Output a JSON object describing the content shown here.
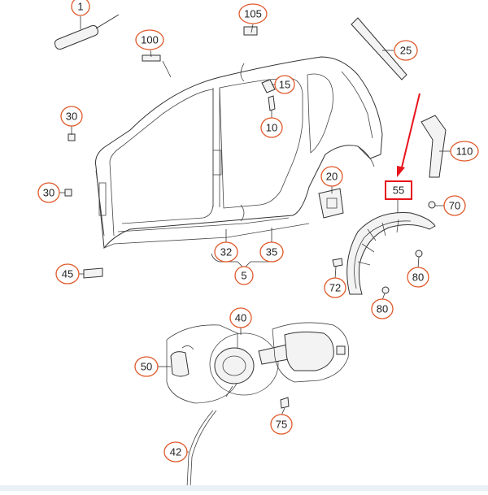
{
  "colors": {
    "callout_ring": "#e05a2b",
    "highlight": "#e8141b",
    "line": "#333333"
  },
  "callouts": {
    "c1": "1",
    "c105": "105",
    "c100": "100",
    "c25": "25",
    "c15": "15",
    "c10": "10",
    "c30a": "30",
    "c30b": "30",
    "c110": "110",
    "c20": "20",
    "c55": "55",
    "c70": "70",
    "c45": "45",
    "c32": "32",
    "c35": "35",
    "c5": "5",
    "c72": "72",
    "c80a": "80",
    "c80b": "80",
    "c40": "40",
    "c50": "50",
    "c75": "75",
    "c42": "42"
  },
  "highlighted_part": "55"
}
